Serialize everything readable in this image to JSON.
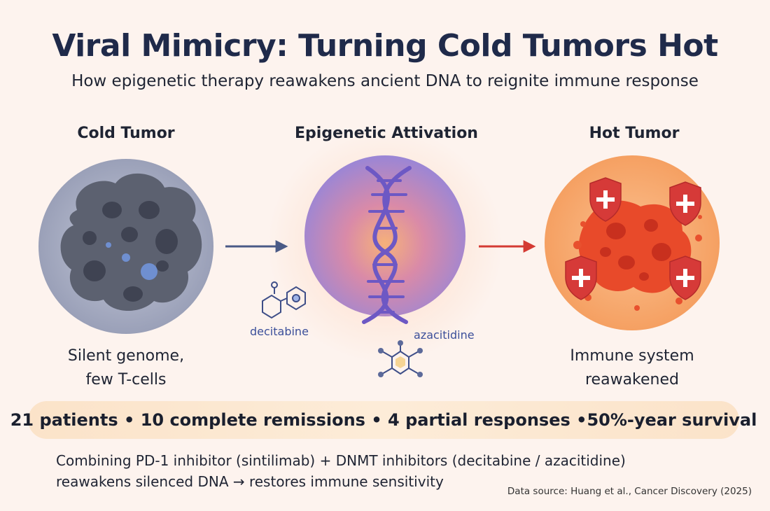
{
  "header": {
    "title": "Viral Mimicry: Turning Cold Tumors Hot",
    "subtitle": "How epigenetic therapy reawakens ancient DNA to reignite immune response"
  },
  "stages": [
    {
      "title": "Cold Tumor",
      "desc_line1": "Silent genome,",
      "desc_line2": "few T-cells",
      "icon": "cold-tumor-cell-icon",
      "color": "#9aa0b8"
    },
    {
      "title": "Epigenetic Attivation",
      "icon": "dna-helix-icon",
      "color": "#8a7bd0"
    },
    {
      "title": "Hot Tumor",
      "desc_line1": "Immune system",
      "desc_line2": "reawakened",
      "icon": "hot-tumor-shield-icon",
      "color": "#f4a066"
    }
  ],
  "drugs": {
    "left_label": "decitabine",
    "right_label": "azacitidine"
  },
  "stats": {
    "text": "21 patients • 10 complete remissions • 4 partial responses •50%-year survival"
  },
  "footer": {
    "line1": "Combining PD-1 inhibitor (sintilimab) + DNMT inhibitors (decitabine / azacitidine)",
    "line2": "reawakens silenced DNA → restores immune sensitivity",
    "source": "Data source: Huang et al., Cancer Discovery (2025)"
  },
  "colors": {
    "background": "#fdf3ee",
    "title": "#1f2a4a",
    "arrow_left": "#4a5a86",
    "arrow_right": "#d43a33",
    "shield": "#d63a38",
    "tumor_hot": "#e84a2a"
  }
}
